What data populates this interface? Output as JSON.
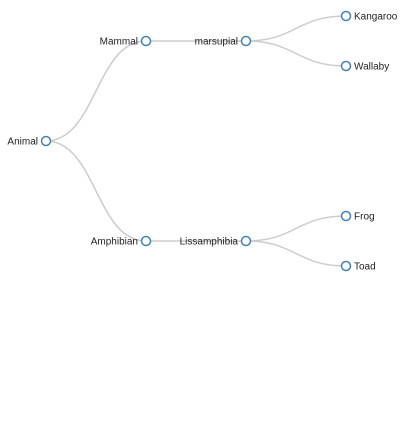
{
  "tree": {
    "link_color": "#cccccc",
    "node_stroke_color": "#4682b4",
    "node_fill_color": "#ffffff",
    "label_color": "#222222",
    "nodes": [
      {
        "id": "animal",
        "label": "Animal",
        "depth": 0,
        "parent": null
      },
      {
        "id": "mammal",
        "label": "Mammal",
        "depth": 1,
        "parent": "animal"
      },
      {
        "id": "marsupial",
        "label": "marsupial",
        "depth": 2,
        "parent": "mammal"
      },
      {
        "id": "kangaroo",
        "label": "Kangaroo",
        "depth": 3,
        "parent": "marsupial"
      },
      {
        "id": "wallaby",
        "label": "Wallaby",
        "depth": 3,
        "parent": "marsupial"
      },
      {
        "id": "amphibian",
        "label": "Amphibian",
        "depth": 1,
        "parent": "animal"
      },
      {
        "id": "lissamphibia",
        "label": "Lissamphibia",
        "depth": 2,
        "parent": "amphibian"
      },
      {
        "id": "frog",
        "label": "Frog",
        "depth": 3,
        "parent": "lissamphibia"
      },
      {
        "id": "toad",
        "label": "Toad",
        "depth": 3,
        "parent": "lissamphibia"
      }
    ]
  }
}
